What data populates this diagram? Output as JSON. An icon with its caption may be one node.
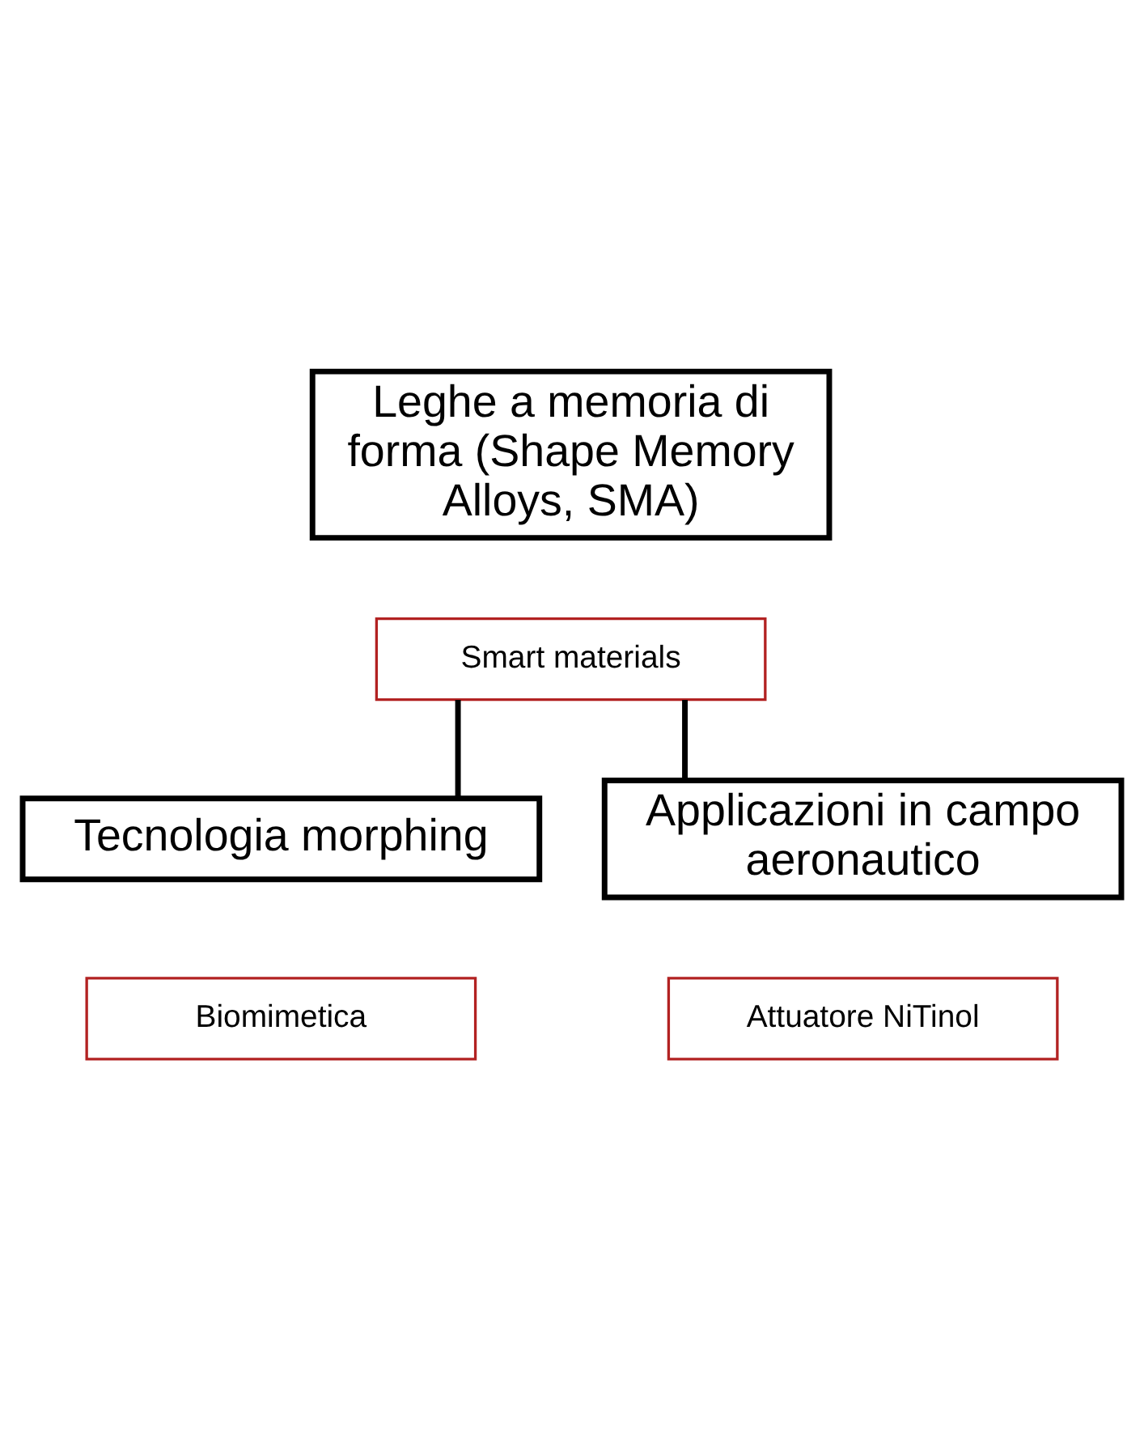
{
  "diagram": {
    "nodes": [
      {
        "text": [
          "Leghe a memoria di forma (Shape Memory Alloys, SMA)"
        ]
      },
      {
        "text": [
          "Smart materials"
        ]
      },
      {
        "text": [
          "Tecnologia morphing"
        ]
      },
      {
        "text": [
          "Biomimetica"
        ]
      },
      {
        "text": [
          "Applicazioni in campo aeronautico"
        ]
      },
      {
        "text": [
          "Attuatore NiTinol"
        ]
      }
    ],
    "edges": [
      {
        "from": 1,
        "to": 2,
        "arrow": "none"
      },
      {
        "from": 1,
        "to": 4,
        "arrow": "none"
      }
    ]
  }
}
